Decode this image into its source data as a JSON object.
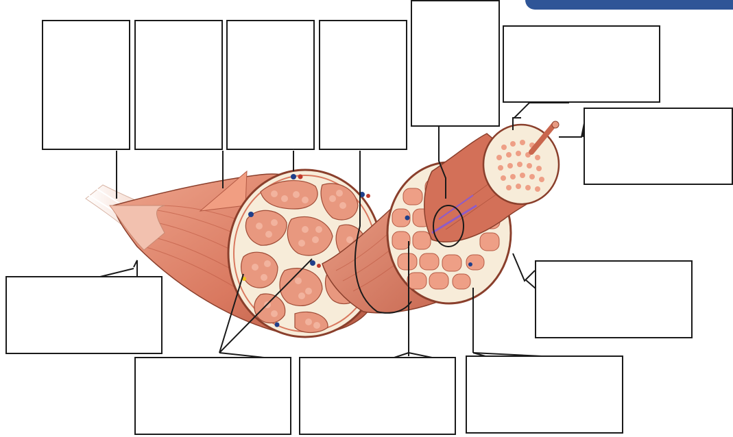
{
  "diagram": {
    "subject": "skeletal-muscle-anatomy",
    "label_boxes": [
      {
        "id": "label-box-1",
        "text": ""
      },
      {
        "id": "label-box-2",
        "text": ""
      },
      {
        "id": "label-box-3",
        "text": ""
      },
      {
        "id": "label-box-4",
        "text": ""
      },
      {
        "id": "label-box-5",
        "text": ""
      },
      {
        "id": "label-box-6",
        "text": ""
      },
      {
        "id": "label-box-7",
        "text": ""
      },
      {
        "id": "label-box-8",
        "text": ""
      },
      {
        "id": "label-box-9",
        "text": ""
      },
      {
        "id": "label-box-10",
        "text": ""
      },
      {
        "id": "label-box-11",
        "text": ""
      },
      {
        "id": "label-box-12",
        "text": ""
      }
    ]
  },
  "colors": {
    "banner": "#2f5597",
    "muscle": "#e79a82",
    "muscle_dark": "#c9664d",
    "muscle_shadow": "#b45a44",
    "connective_tissue": "#f7ecd9",
    "fascicle": "#ee9f86",
    "fiber_fill": "#f4b7a2",
    "tendon": "#f4ddd0",
    "vessel_blue": "#1f3f8a",
    "vessel_red": "#c0392b",
    "nerve_yellow": "#f0c419",
    "myofibril_purple": "#8e5cc7",
    "leader_line": "#1a1a1a"
  }
}
